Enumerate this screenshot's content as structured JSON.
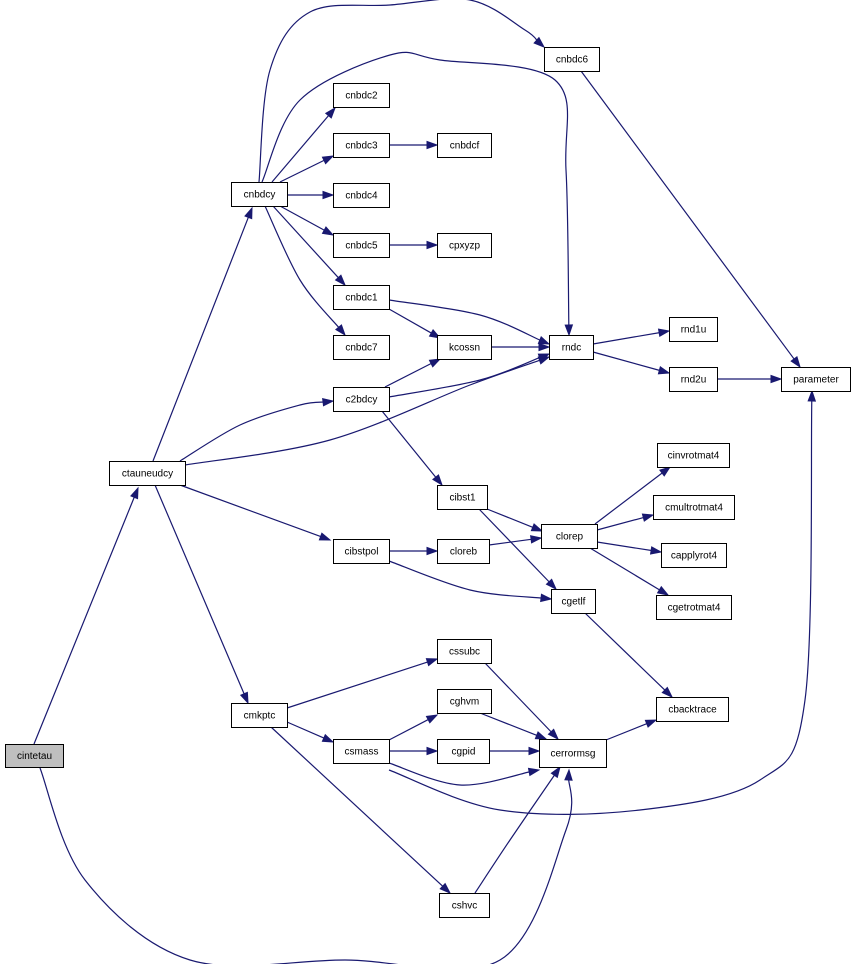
{
  "diagram": {
    "type": "call-graph",
    "edge_color": "#191970",
    "root_fill": "#bfbfbf",
    "nodes": [
      {
        "id": "cintetau",
        "label": "cintetau",
        "root": true
      },
      {
        "id": "ctauneudcy",
        "label": "ctauneudcy"
      },
      {
        "id": "cnbdcy",
        "label": "cnbdcy"
      },
      {
        "id": "cnbdc6",
        "label": "cnbdc6"
      },
      {
        "id": "cnbdc2",
        "label": "cnbdc2"
      },
      {
        "id": "cnbdc3",
        "label": "cnbdc3"
      },
      {
        "id": "cnbdcf",
        "label": "cnbdcf"
      },
      {
        "id": "cnbdc4",
        "label": "cnbdc4"
      },
      {
        "id": "cnbdc5",
        "label": "cnbdc5"
      },
      {
        "id": "cpxyzp",
        "label": "cpxyzp"
      },
      {
        "id": "cnbdc1",
        "label": "cnbdc1"
      },
      {
        "id": "cnbdc7",
        "label": "cnbdc7"
      },
      {
        "id": "kcossn",
        "label": "kcossn"
      },
      {
        "id": "rndc",
        "label": "rndc"
      },
      {
        "id": "rnd1u",
        "label": "rnd1u"
      },
      {
        "id": "rnd2u",
        "label": "rnd2u"
      },
      {
        "id": "parameter",
        "label": "parameter"
      },
      {
        "id": "c2bdcy",
        "label": "c2bdcy"
      },
      {
        "id": "cibst1",
        "label": "cibst1"
      },
      {
        "id": "cibstpol",
        "label": "cibstpol"
      },
      {
        "id": "cloreb",
        "label": "cloreb"
      },
      {
        "id": "clorep",
        "label": "clorep"
      },
      {
        "id": "cinvrotmat4",
        "label": "cinvrotmat4"
      },
      {
        "id": "cmultrotmat4",
        "label": "cmultrotmat4"
      },
      {
        "id": "capplyrot4",
        "label": "capplyrot4"
      },
      {
        "id": "cgetrotmat4",
        "label": "cgetrotmat4"
      },
      {
        "id": "cgetlf",
        "label": "cgetlf"
      },
      {
        "id": "cmkptc",
        "label": "cmkptc"
      },
      {
        "id": "cssubc",
        "label": "cssubc"
      },
      {
        "id": "csmass",
        "label": "csmass"
      },
      {
        "id": "cghvm",
        "label": "cghvm"
      },
      {
        "id": "cgpid",
        "label": "cgpid"
      },
      {
        "id": "cerrormsg",
        "label": "cerrormsg"
      },
      {
        "id": "cbacktrace",
        "label": "cbacktrace"
      },
      {
        "id": "cshvc",
        "label": "cshvc"
      }
    ],
    "edges": [
      {
        "from": "cintetau",
        "to": "ctauneudcy"
      },
      {
        "from": "cintetau",
        "to": "cerrormsg"
      },
      {
        "from": "ctauneudcy",
        "to": "cnbdcy"
      },
      {
        "from": "ctauneudcy",
        "to": "c2bdcy"
      },
      {
        "from": "ctauneudcy",
        "to": "rndc"
      },
      {
        "from": "ctauneudcy",
        "to": "cibstpol"
      },
      {
        "from": "ctauneudcy",
        "to": "cmkptc"
      },
      {
        "from": "cnbdcy",
        "to": "cnbdc6"
      },
      {
        "from": "cnbdcy",
        "to": "rndc"
      },
      {
        "from": "cnbdcy",
        "to": "cnbdc2"
      },
      {
        "from": "cnbdcy",
        "to": "cnbdc3"
      },
      {
        "from": "cnbdcy",
        "to": "cnbdc4"
      },
      {
        "from": "cnbdcy",
        "to": "cnbdc5"
      },
      {
        "from": "cnbdcy",
        "to": "cnbdc1"
      },
      {
        "from": "cnbdcy",
        "to": "cnbdc7"
      },
      {
        "from": "cnbdc6",
        "to": "parameter"
      },
      {
        "from": "cnbdc3",
        "to": "cnbdcf"
      },
      {
        "from": "cnbdc5",
        "to": "cpxyzp"
      },
      {
        "from": "cnbdc1",
        "to": "rndc"
      },
      {
        "from": "cnbdc1",
        "to": "kcossn"
      },
      {
        "from": "kcossn",
        "to": "rndc"
      },
      {
        "from": "rndc",
        "to": "rnd1u"
      },
      {
        "from": "rndc",
        "to": "rnd2u"
      },
      {
        "from": "rnd2u",
        "to": "parameter"
      },
      {
        "from": "c2bdcy",
        "to": "kcossn"
      },
      {
        "from": "c2bdcy",
        "to": "rndc"
      },
      {
        "from": "c2bdcy",
        "to": "cibst1"
      },
      {
        "from": "cibst1",
        "to": "clorep"
      },
      {
        "from": "cibst1",
        "to": "cgetlf"
      },
      {
        "from": "cibstpol",
        "to": "cloreb"
      },
      {
        "from": "cibstpol",
        "to": "cgetlf"
      },
      {
        "from": "cloreb",
        "to": "clorep"
      },
      {
        "from": "clorep",
        "to": "cinvrotmat4"
      },
      {
        "from": "clorep",
        "to": "cmultrotmat4"
      },
      {
        "from": "clorep",
        "to": "capplyrot4"
      },
      {
        "from": "clorep",
        "to": "cgetrotmat4"
      },
      {
        "from": "cgetlf",
        "to": "cbacktrace"
      },
      {
        "from": "cmkptc",
        "to": "cssubc"
      },
      {
        "from": "cmkptc",
        "to": "csmass"
      },
      {
        "from": "cmkptc",
        "to": "cshvc"
      },
      {
        "from": "cssubc",
        "to": "cerrormsg"
      },
      {
        "from": "csmass",
        "to": "cghvm"
      },
      {
        "from": "csmass",
        "to": "cgpid"
      },
      {
        "from": "csmass",
        "to": "cerrormsg"
      },
      {
        "from": "csmass",
        "to": "parameter"
      },
      {
        "from": "cghvm",
        "to": "cerrormsg"
      },
      {
        "from": "cgpid",
        "to": "cerrormsg"
      },
      {
        "from": "cshvc",
        "to": "cerrormsg"
      },
      {
        "from": "cerrormsg",
        "to": "cbacktrace"
      }
    ]
  }
}
